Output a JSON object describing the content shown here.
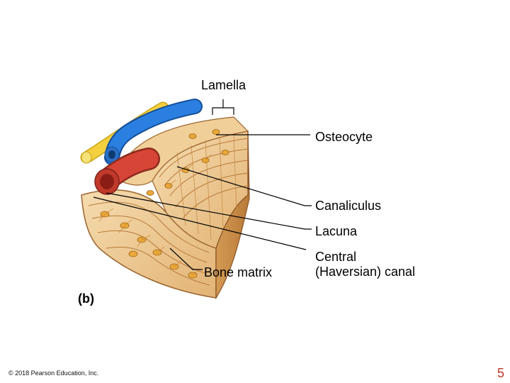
{
  "labels": {
    "lamella": "Lamella",
    "osteocyte": "Osteocyte",
    "canaliculus": "Canaliculus",
    "lacuna": "Lacuna",
    "bone_matrix": "Bone matrix",
    "central_canal": "Central\n(Haversian) canal"
  },
  "panel_label": "(b)",
  "footer": {
    "copyright": "© 2018 Pearson Education, Inc.",
    "page_number": "5"
  },
  "colors": {
    "bone_light": "#f4d6a6",
    "bone_mid": "#dca662",
    "bone_dark": "#a8692c",
    "osteocyte": "#e8a83a",
    "artery": "#c0392b",
    "vein": "#1f6fd1",
    "nerve": "#f4d03f",
    "page_number": "#c0392b"
  }
}
